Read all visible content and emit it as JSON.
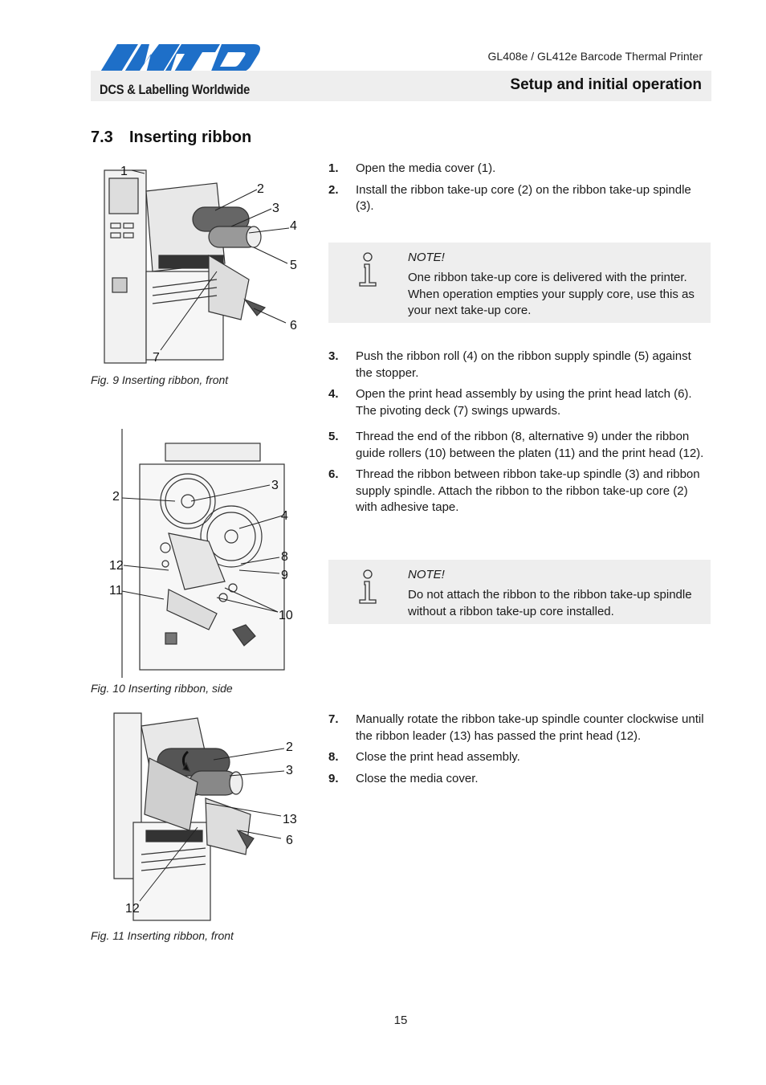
{
  "header": {
    "logo_alt": "SATO",
    "brand_color": "#1e6fc8",
    "tagline": "DCS & Labelling Worldwide",
    "model": "GL408e / GL412e Barcode Thermal Printer",
    "section": "Setup and initial operation"
  },
  "section": {
    "number": "7.3",
    "title": "Inserting ribbon"
  },
  "figures": [
    {
      "caption": "Fig. 9 Inserting ribbon, front",
      "callouts": [
        "1",
        "2",
        "3",
        "4",
        "5",
        "6",
        "7"
      ]
    },
    {
      "caption": "Fig. 10 Inserting ribbon, side",
      "callouts": [
        "2",
        "3",
        "4",
        "8",
        "9",
        "12",
        "11",
        "10"
      ]
    },
    {
      "caption": "Fig. 11 Inserting ribbon, front",
      "callouts": [
        "2",
        "3",
        "13",
        "6",
        "12"
      ]
    }
  ],
  "steps_a": [
    {
      "num": "1.",
      "text": "Open the media cover (1)."
    },
    {
      "num": "2.",
      "text": "Install the ribbon take-up core (2) on the ribbon take-up spindle (3)."
    }
  ],
  "note_1": {
    "icon": "info-icon",
    "title": "NOTE!",
    "text": "One ribbon take-up core is delivered with the printer. When operation empties your supply core, use this as your next take-up core."
  },
  "steps_b": [
    {
      "num": "3.",
      "text": "Push the ribbon roll (4) on the ribbon supply spindle (5) against the stopper."
    },
    {
      "num": "4.",
      "text": "Open the print head assembly by using the print head latch (6). The pivoting deck (7) swings upwards."
    },
    {
      "num": "5.",
      "text": "Thread the end of the ribbon (8, alternative 9) under the ribbon guide rollers (10) between the platen (11) and the print head (12)."
    },
    {
      "num": "6.",
      "text": "Thread the ribbon between ribbon take-up spindle (3) and ribbon supply spindle. Attach the ribbon to the ribbon take-up core (2) with adhesive tape."
    }
  ],
  "note_2": {
    "icon": "info-icon",
    "title": "NOTE!",
    "text": "Do not attach the ribbon to the ribbon take-up spindle without a ribbon take-up core installed."
  },
  "steps_c": [
    {
      "num": "7.",
      "text": "Manually rotate the ribbon take-up spindle counter clockwise until the ribbon leader (13) has passed the print head (12)."
    },
    {
      "num": "8.",
      "text": "Close the print head assembly."
    },
    {
      "num": "9.",
      "text": "Close the media cover."
    }
  ],
  "page_number": "15"
}
